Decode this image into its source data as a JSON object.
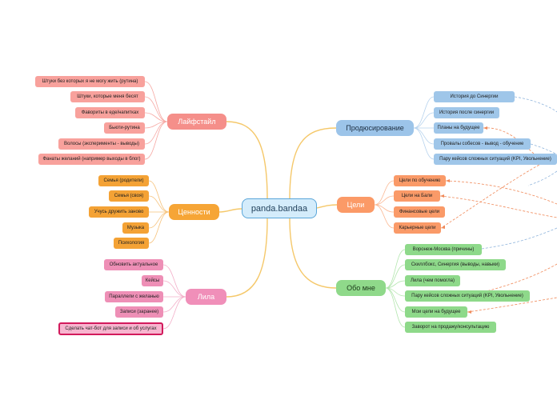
{
  "center": {
    "label": "panda.bandaa"
  },
  "branches": {
    "lifestyle": {
      "label": "Лайфстайл",
      "items": [
        "Штуки без которых я не могу жить (рутина)",
        "Штуки, которые меня бесят",
        "Фавориты в еде/напитках",
        "Бьюти-рутина",
        "Волосы (эксперименты - выводы)",
        "Фанаты желаний (например выходы в блог)"
      ]
    },
    "values": {
      "label": "Ценности",
      "items": [
        "Семья (родители)",
        "Семья (своя)",
        "Учусь дружить заново",
        "Музыка",
        "Психология"
      ]
    },
    "lila": {
      "label": "Лила",
      "items": [
        "Обновить актуальное",
        "Кейсы",
        "Параллели с желанью",
        "Записи (заранее)",
        "Сделать чат-бот для записи и об услугах"
      ]
    },
    "producing": {
      "label": "Продюсирование",
      "items": [
        "История до Синергии",
        "История после синергии",
        "Планы на будущее",
        "Провалы собесов - вывод - обучение",
        "Пару кейсов сложных ситуаций (KPI, Увольнение)"
      ]
    },
    "goals": {
      "label": "Цели",
      "items": [
        "Цели по обучению",
        "Цели на Бали",
        "Финансовые цели",
        "Карьерные цели"
      ]
    },
    "about": {
      "label": "Обо мне",
      "items": [
        "Воронеж-Москва (причины)",
        "Скиллбокс, Синергия (выводы, навыки)",
        "Лила (чем помогла)",
        "Пару кейсов сложных ситуаций (KPI, Увольнение)",
        "Мои цели на будущее",
        "Заворот на продажу/консультацию"
      ]
    }
  },
  "colors": {
    "lifestyle": "#f58f8a",
    "values": "#f6a536",
    "lila": "#f08fb9",
    "producing": "#9cc4e9",
    "goals": "#fb9a67",
    "about": "#8fd98a",
    "center_border": "#5aa6d9",
    "highlight_border": "#d21a5c"
  }
}
